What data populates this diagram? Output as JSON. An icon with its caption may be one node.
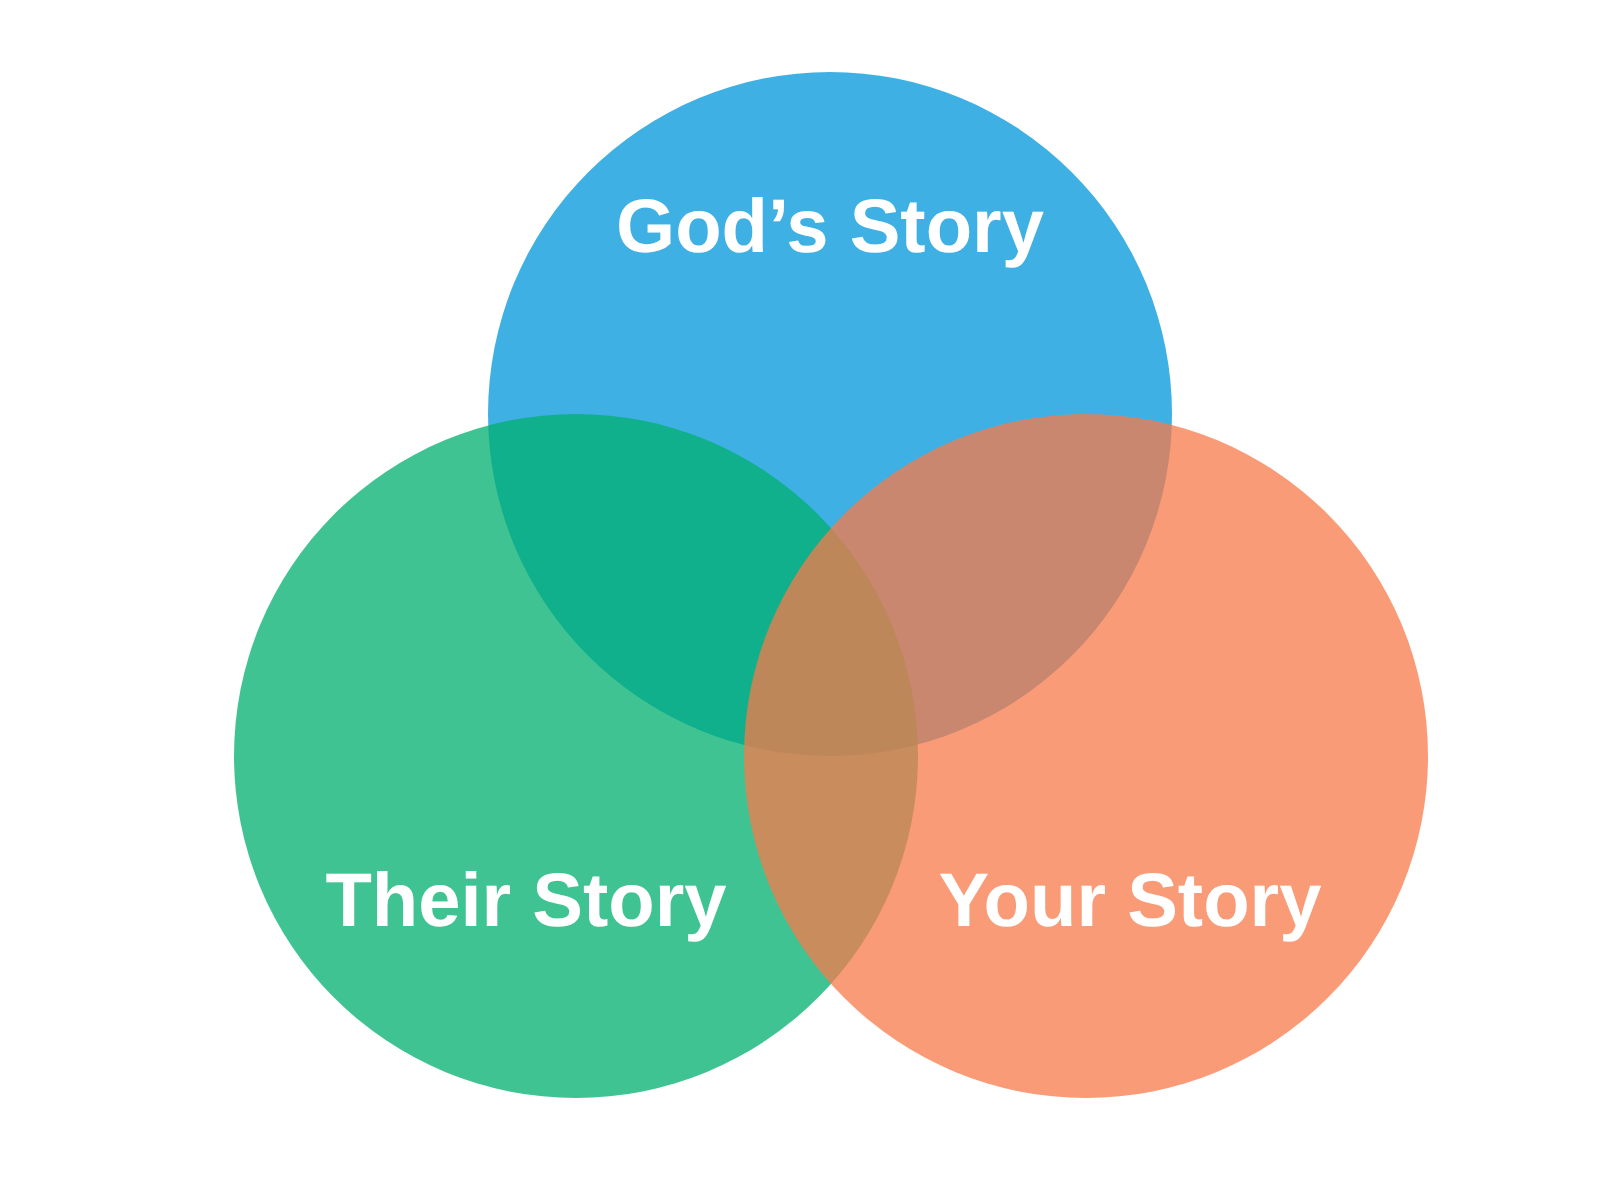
{
  "diagram": {
    "nodes": [
      {
        "text": [
          "God’s Story"
        ]
      },
      {
        "text": [
          "Their Story"
        ]
      },
      {
        "text": [
          "Your Story"
        ]
      }
    ]
  }
}
